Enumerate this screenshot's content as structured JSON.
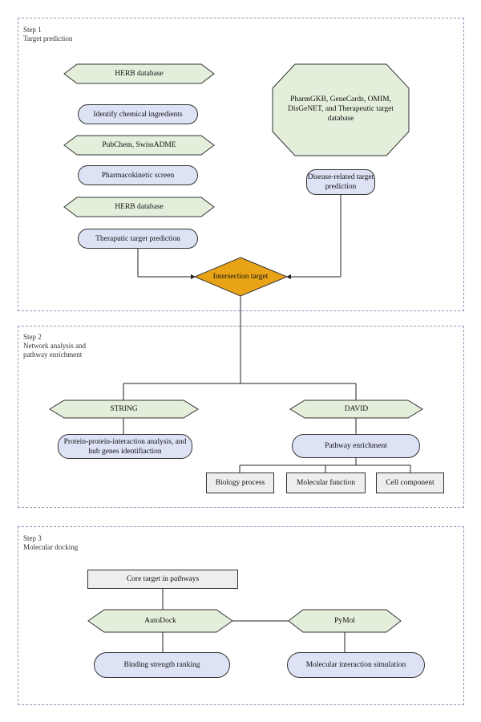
{
  "colors": {
    "hex_fill": "#e3eedb",
    "pill_fill": "#dde2f5",
    "rect_fill": "#eeeeee",
    "diamond_fill": "#e8a316",
    "dash": "#8a9ab8"
  },
  "step1": {
    "title": "Step 1\nTarget prediction",
    "herb1": "HERB database",
    "identify": "Identify chemical ingredients",
    "pubchem": "PubChem, SwissADME",
    "pk": "Pharmacokinetic screen",
    "herb2": "HERB database",
    "therapeutic": "Theraputic target prediction",
    "octagon": "PharmGKB, GeneCards, OMIM, DisGeNET, and Therapeutic target database",
    "disease": "Disease-related target prediction",
    "intersection": "Intersection target"
  },
  "step2": {
    "title": "Step 2\nNetwork analysis and\npathway enrichment",
    "string": "STRING",
    "ppi": "Protein-protein-interaction analysis, and hub genes identifiaction",
    "david": "DAVID",
    "pathway": "Pathway enrichment",
    "bp": "Biology process",
    "mf": "Molecular function",
    "cc": "Cell component"
  },
  "step3": {
    "title": "Step 3\nMolecular docking",
    "core": "Core target in pathways",
    "autodock": "AutoDock",
    "pymol": "PyMol",
    "binding": "Binding strength ranking",
    "mis": "Molecular interaction simulation"
  }
}
